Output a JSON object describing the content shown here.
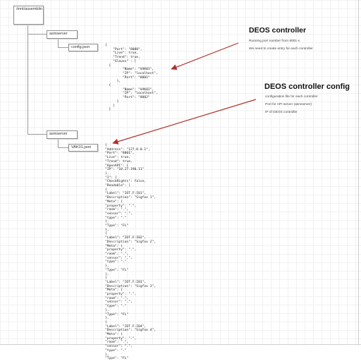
{
  "nodes": {
    "root": "/mnt/assemblin",
    "asmserver_1": "asmserver",
    "config_json": "config.json",
    "asmserver_2": "asmserver",
    "vak01_json": "VAK01.json"
  },
  "config_json_content": "{\n    \"Port\": \"8000\",\n    \"Live\": true,\n    \"Trend\": true,\n    \"Slaves\" : [\n  {\n         \"Name\": \"VAK01\",\n         \"IP\": \"localhost\",\n         \"Port\": \"8001\"\n      },\n  {\n         \"Name\": \"VAK02\",\n         \"IP\": \"localhost\",\n         \"Port\": \"8002\"\n      }\n    ]\n  }",
  "vak01_json_content": "{\n\"Address\": \"127.0.0.1\",\n\"Port\": \"8001\",\n\"Live\": true,\n\"Trend\": true,\n\"OpenAPI\": {\n\"IP\": \"10.27.190.11\"\n},\n\"I\": {\n\"CheckRights\": false,\n\"Readable\": [\n{\n\"Label\": \"IOT.F:I01\",\n\"Description\": \"Sigfox 1\",\n\"Meta\": {\n\"property\": \".\",\n\"room\": \".\",\n\"sensor\": \".\",\n\"type\": \".\"\n},\n\"Type\": \"FL\"\n},\n{\n\"Label\": \"IOT.F:I02\",\n\"Description\": \"Sigfox 2\",\n\"Meta\": {\n\"property\": \".\",\n\"room\": \".\",\n\"sensor\": \".\",\n\"type\": \".\"\n},\n\"Type\": \"FL\"\n},\n{\n\"Label\": \"IOT.F:I03\",\n\"Description\": \"Sigfox 3\",\n\"Meta\": {\n\"property\": \".\",\n\"room\": \".\",\n\"sensor\": \".\",\n\"type\": \".\"\n},\n\"Type\": \"FL\"\n},\n{\n\"Label\": \"IOT.F:I04\",\n\"Description\": \"Sigfox 4\",\n\"Meta\": {\n\"property\": \".\",\n\"room\": \".\",\n\"sensor\": \".\",\n\"type\": \".\"\n},\n\"Type\": \"FL\"",
  "annotations": {
    "controller": {
      "title": "DEOS controller",
      "lines": [
        "Running port number from 8001-x",
        "We need to create entry for each controller"
      ]
    },
    "controller_config": {
      "title": "DEOS controller config",
      "lines": [
        "configuration file for each controller",
        "Port for API server (asmserver)",
        "IP of DEOS controller"
      ]
    }
  },
  "colors": {
    "arrow": "#b0322c",
    "connector": "#9a9a9a",
    "node_border": "#8e8e8e"
  }
}
